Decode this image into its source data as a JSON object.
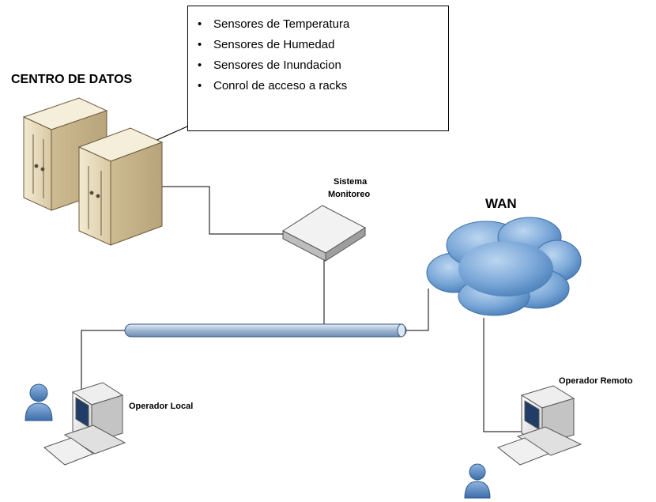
{
  "sensor_list": {
    "items": [
      "Sensores de Temperatura",
      "Sensores de Humedad",
      "Sensores de Inundacion",
      "Conrol de acceso a racks"
    ]
  },
  "labels": {
    "data_center": "CENTRO DE DATOS",
    "monitor_line1": "Sistema",
    "monitor_line2": "Monitoreo",
    "wan": "WAN",
    "local_operator": "Operador Local",
    "remote_operator": "Operador Remoto"
  },
  "icons": {
    "servers": "server-rack-icon",
    "monitor_appliance": "network-appliance-icon",
    "cloud": "cloud-icon",
    "bus": "network-bus-icon",
    "workstation": "desktop-computer-icon",
    "user": "user-icon"
  },
  "colors": {
    "server_body": "#e8dcc0",
    "cloud_fill": "#6a9fd4",
    "user_fill": "#4f86c6",
    "bus_fill": "#c8d8ea"
  }
}
